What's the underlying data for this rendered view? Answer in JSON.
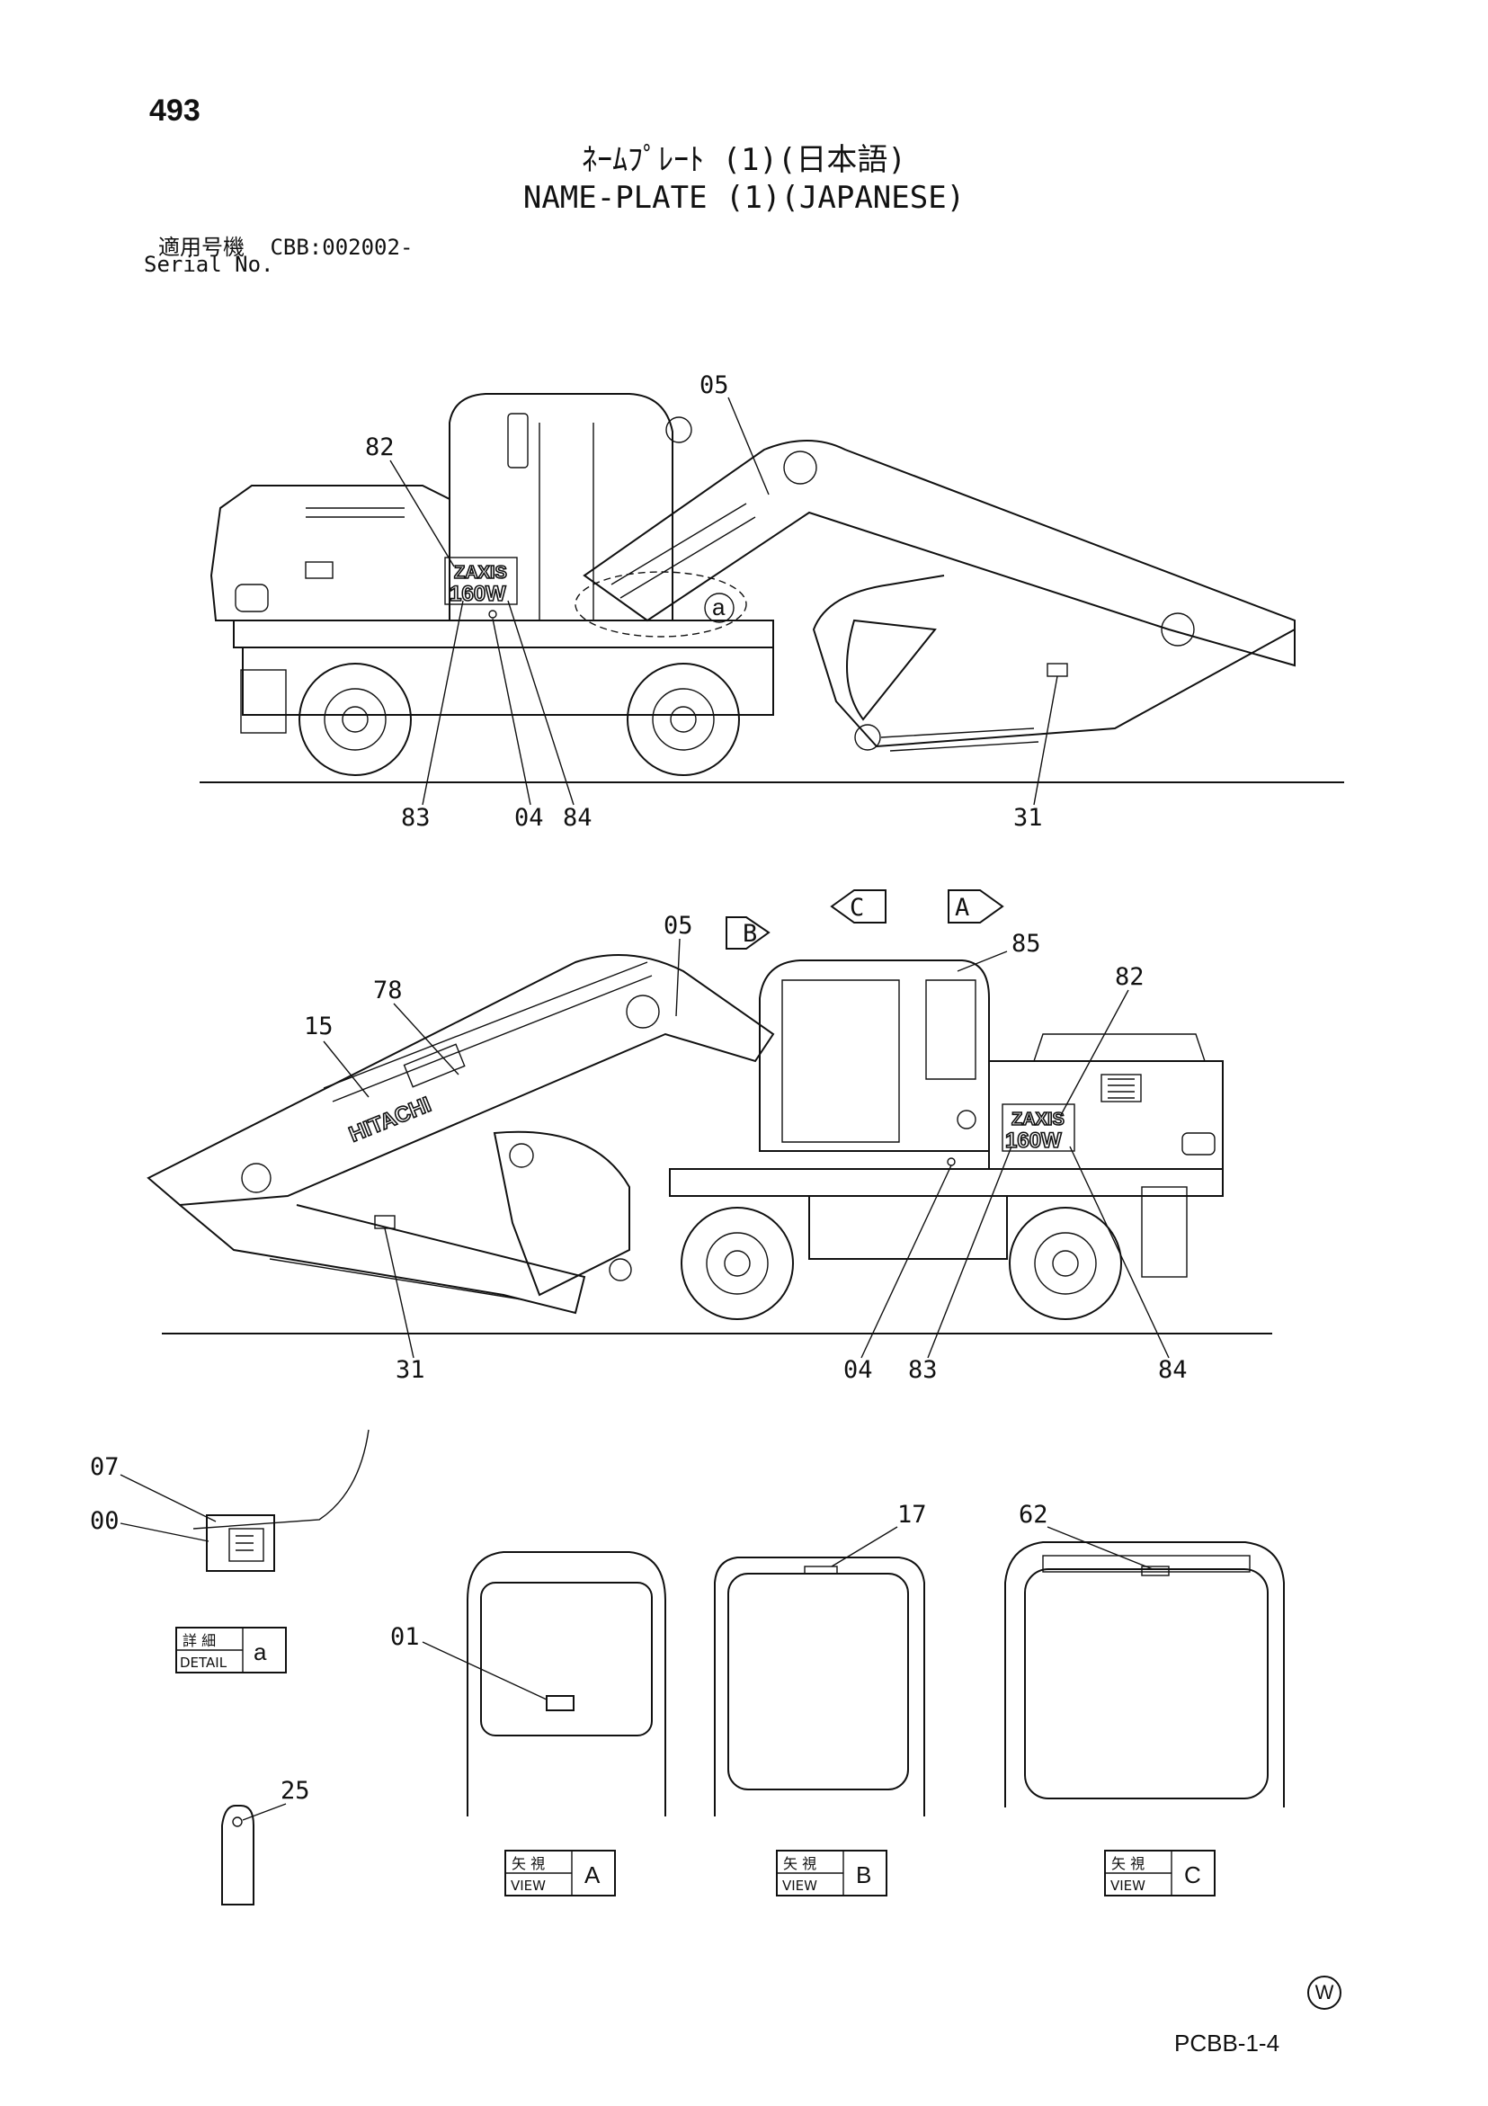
{
  "page_number": "493",
  "title_jp": "ﾈｰﾑﾌﾟﾚｰﾄ (1)(日本語)",
  "title_en": "NAME-PLATE (1)(JAPANESE)",
  "serial": {
    "label_jp": "適用号機",
    "value": "CBB:002002-",
    "label_en": "Serial No."
  },
  "top_view": {
    "callouts": [
      "05",
      "82",
      "83",
      "04",
      "84",
      "31"
    ],
    "detail_marker": "a",
    "model_logo": [
      "ZAXIS",
      "160W"
    ]
  },
  "middle_view": {
    "callouts": [
      "05",
      "78",
      "15",
      "85",
      "82",
      "31",
      "04",
      "83",
      "84"
    ],
    "view_markers": [
      "B",
      "C",
      "A"
    ],
    "brand_logo": "HITACHI",
    "model_logo": [
      "ZAXIS",
      "160W"
    ]
  },
  "details": {
    "detail_a": {
      "callouts": [
        "07",
        "00"
      ],
      "label_jp": "詳 細",
      "label_en": "DETAIL",
      "letter": "a"
    },
    "part_25": {
      "callout": "25"
    },
    "view_a": {
      "callout": "01",
      "label_jp": "矢 視",
      "label_en": "VIEW",
      "letter": "A"
    },
    "view_b": {
      "callout": "17",
      "label_jp": "矢 視",
      "label_en": "VIEW",
      "letter": "B"
    },
    "view_c": {
      "callout": "62",
      "label_jp": "矢 視",
      "label_en": "VIEW",
      "letter": "C"
    }
  },
  "watermark_symbol": "W",
  "document_code": "PCBB-1-4"
}
